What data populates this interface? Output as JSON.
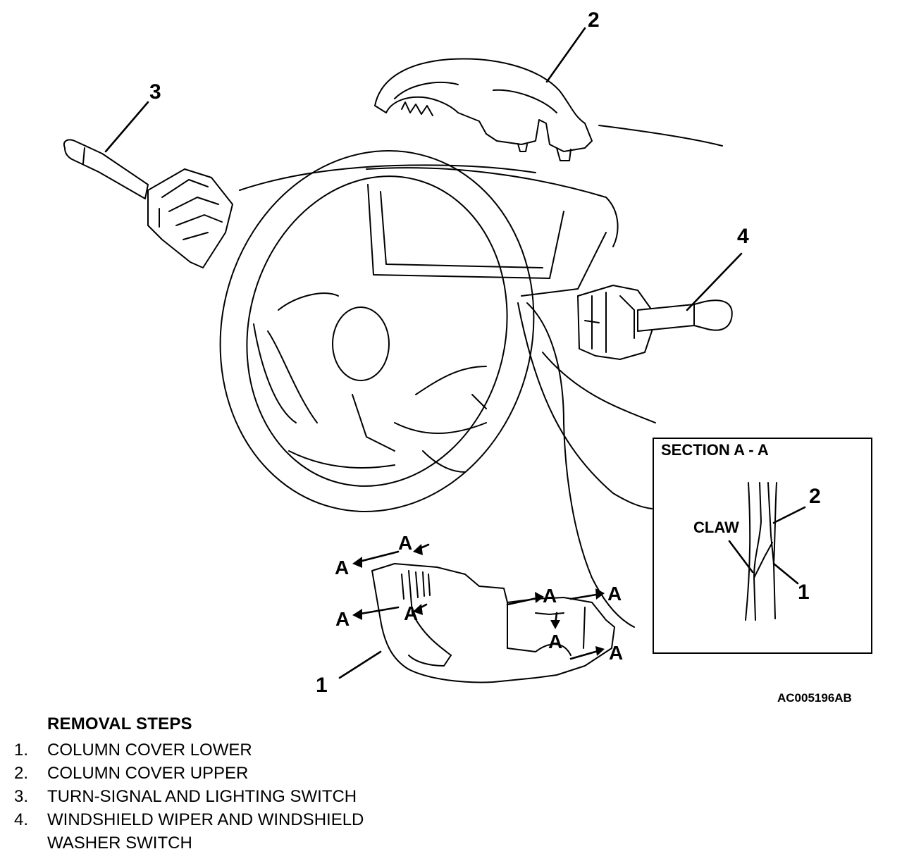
{
  "diagram": {
    "callouts": [
      "1",
      "2",
      "3",
      "4"
    ],
    "section_title": "SECTION A - A",
    "section_label_claw": "CLAW",
    "section_callout_2": "2",
    "section_callout_1": "1",
    "section_marker": "A",
    "figure_code": "AC005196AB"
  },
  "removal": {
    "title": "REMOVAL STEPS",
    "steps": [
      {
        "num": "1.",
        "text": "COLUMN COVER LOWER"
      },
      {
        "num": "2.",
        "text": "COLUMN COVER UPPER"
      },
      {
        "num": "3.",
        "text": "TURN-SIGNAL AND LIGHTING SWITCH"
      },
      {
        "num": "4.",
        "text": "WINDSHIELD WIPER AND WINDSHIELD"
      },
      {
        "num": "",
        "text": "WASHER SWITCH"
      }
    ]
  }
}
